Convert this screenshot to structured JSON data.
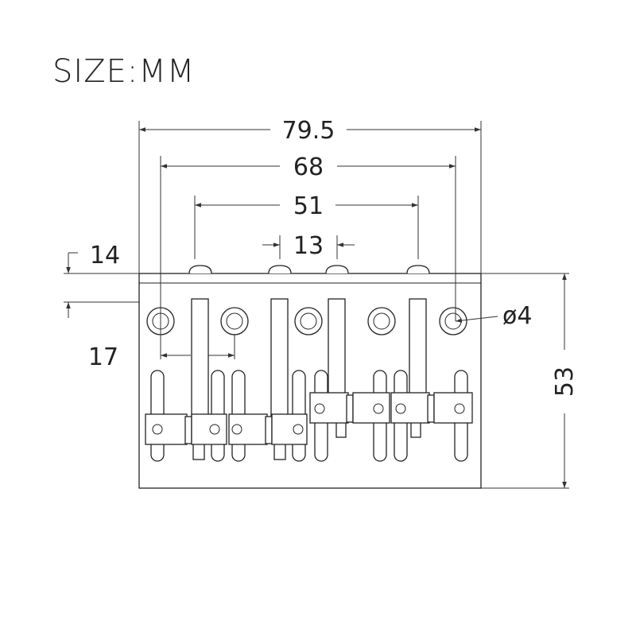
{
  "title": "SIZE:MM",
  "product": "4-string bass bridge",
  "dimensions": {
    "overall_width": "79.5",
    "mounting_hole_span": "68",
    "outer_string_span": "51",
    "inner_string_span": "13",
    "top_offset": "14",
    "hole_spacing": "17",
    "hole_diameter": "ø4",
    "overall_length": "53"
  },
  "unit": "mm",
  "colors": {
    "line": "#222222",
    "background": "#ffffff"
  }
}
